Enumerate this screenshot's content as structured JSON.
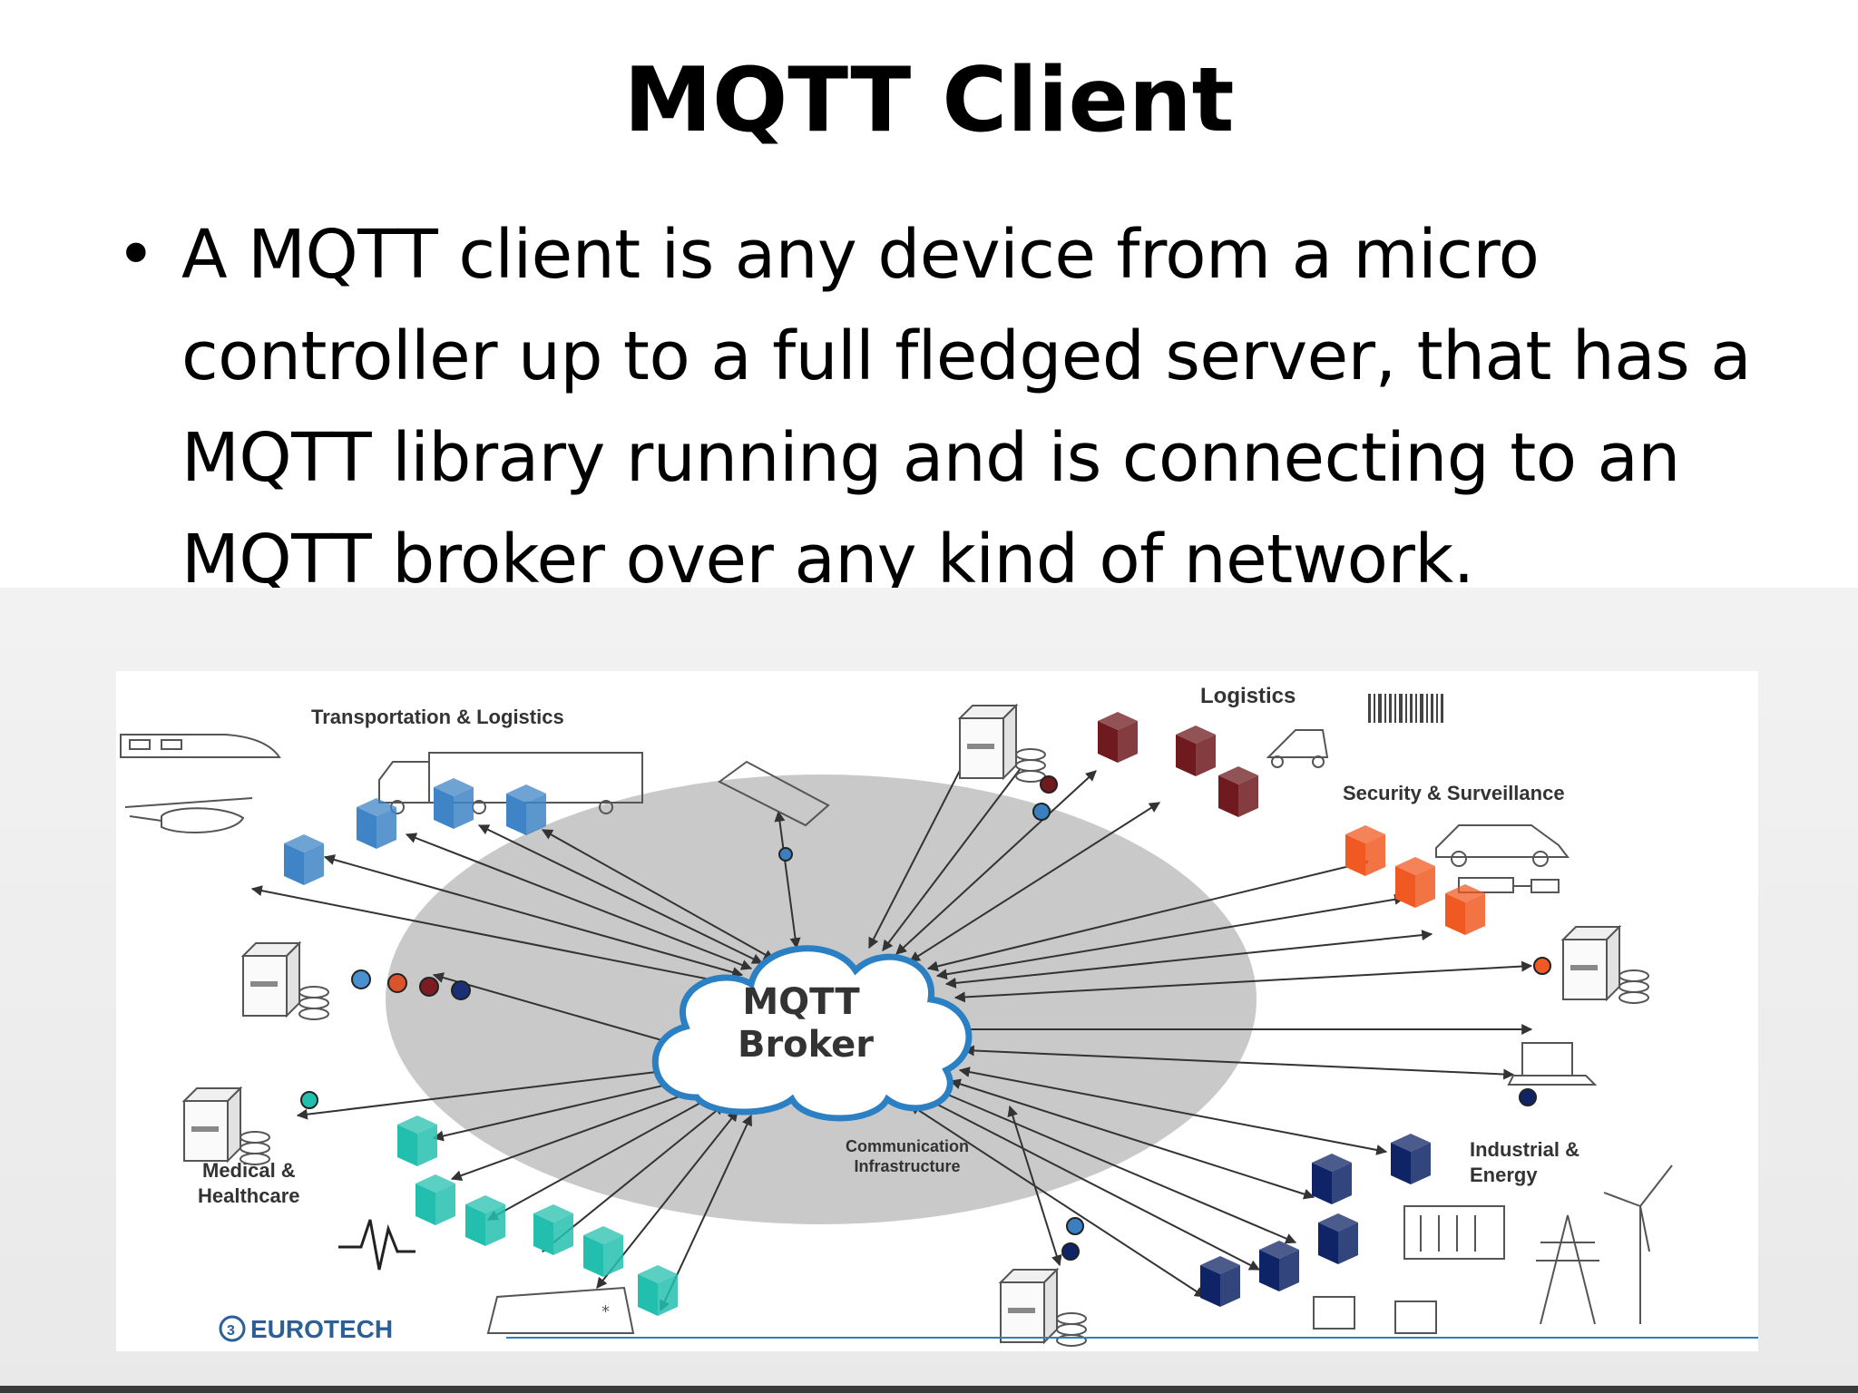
{
  "slide": {
    "title": "MQTT Client",
    "bullets": [
      "A MQTT client is any device from a micro controller up to a full fledged server, that has a MQTT library running and is connecting to an MQTT broker over any kind of network."
    ]
  },
  "diagram": {
    "broker": {
      "line1": "MQTT",
      "line2": "Broker"
    },
    "infrastructure": {
      "line1": "Communication",
      "line2": "Infrastructure"
    },
    "sectors": {
      "transportation": "Transportation & Logistics",
      "logistics": "Logistics",
      "security": "Security & Surveillance",
      "medical_line1": "Medical &",
      "medical_line2": "Healthcare",
      "industrial_line1": "Industrial &",
      "industrial_line2": "Energy"
    },
    "logo": "EUROTECH",
    "colors": {
      "transport_cube": "#3f84c6",
      "logistics_cube": "#6e1a1f",
      "security_cube": "#f05a22",
      "medical_cube": "#23bfae",
      "industrial_cube": "#0f2466",
      "ellipse": "#c8c8c8",
      "cloud_outline": "#2b7fc3"
    }
  }
}
